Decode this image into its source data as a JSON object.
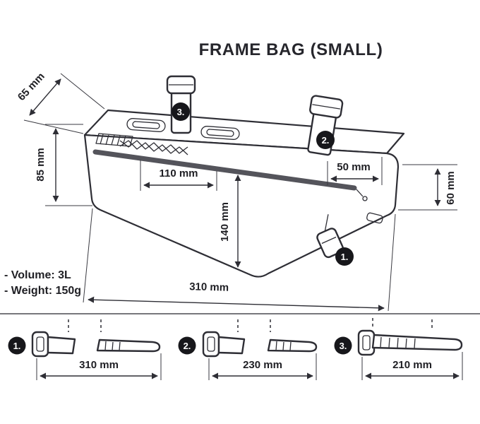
{
  "title": "FRAME BAG (SMALL)",
  "specs": {
    "volume": "- Volume: 3L",
    "weight": "- Weight: 150g"
  },
  "bag_dimensions": {
    "depth": "65 mm",
    "left_height": "85 mm",
    "zipper_offset": "110 mm",
    "center_height": "140 mm",
    "right_top_offset": "50 mm",
    "right_height": "60 mm",
    "length": "310 mm"
  },
  "markers": {
    "m1": "1.",
    "m2": "2.",
    "m3": "3."
  },
  "straps": [
    {
      "label": "1.",
      "length": "310 mm"
    },
    {
      "label": "2.",
      "length": "230 mm"
    },
    {
      "label": "3.",
      "length": "210 mm"
    }
  ],
  "colors": {
    "line": "#2e2e35",
    "zipper": "#54545b",
    "marker_bg": "#17171b",
    "text": "#1f1f24",
    "background": "#ffffff"
  }
}
